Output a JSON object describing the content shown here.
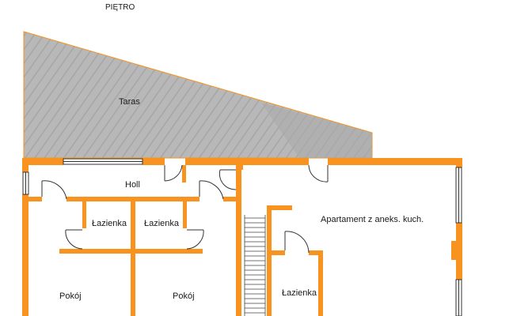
{
  "floor_title": "PIĘTRO",
  "rooms": {
    "taras": "Taras",
    "holl": "Holl",
    "lazienka_left": "Łazienka",
    "lazienka_mid": "Łazienka",
    "apartment": "Apartament z aneks. kuch.",
    "pokoj_left": "Pokój",
    "pokoj_mid": "Pokój",
    "lazienka_right": "Łazienka"
  },
  "colors": {
    "wall": "#f7931e",
    "terrace_fill": "#b3b3b3",
    "terrace_edge": "#f7931e",
    "door_line": "#333333",
    "window_frame": "#333333"
  }
}
